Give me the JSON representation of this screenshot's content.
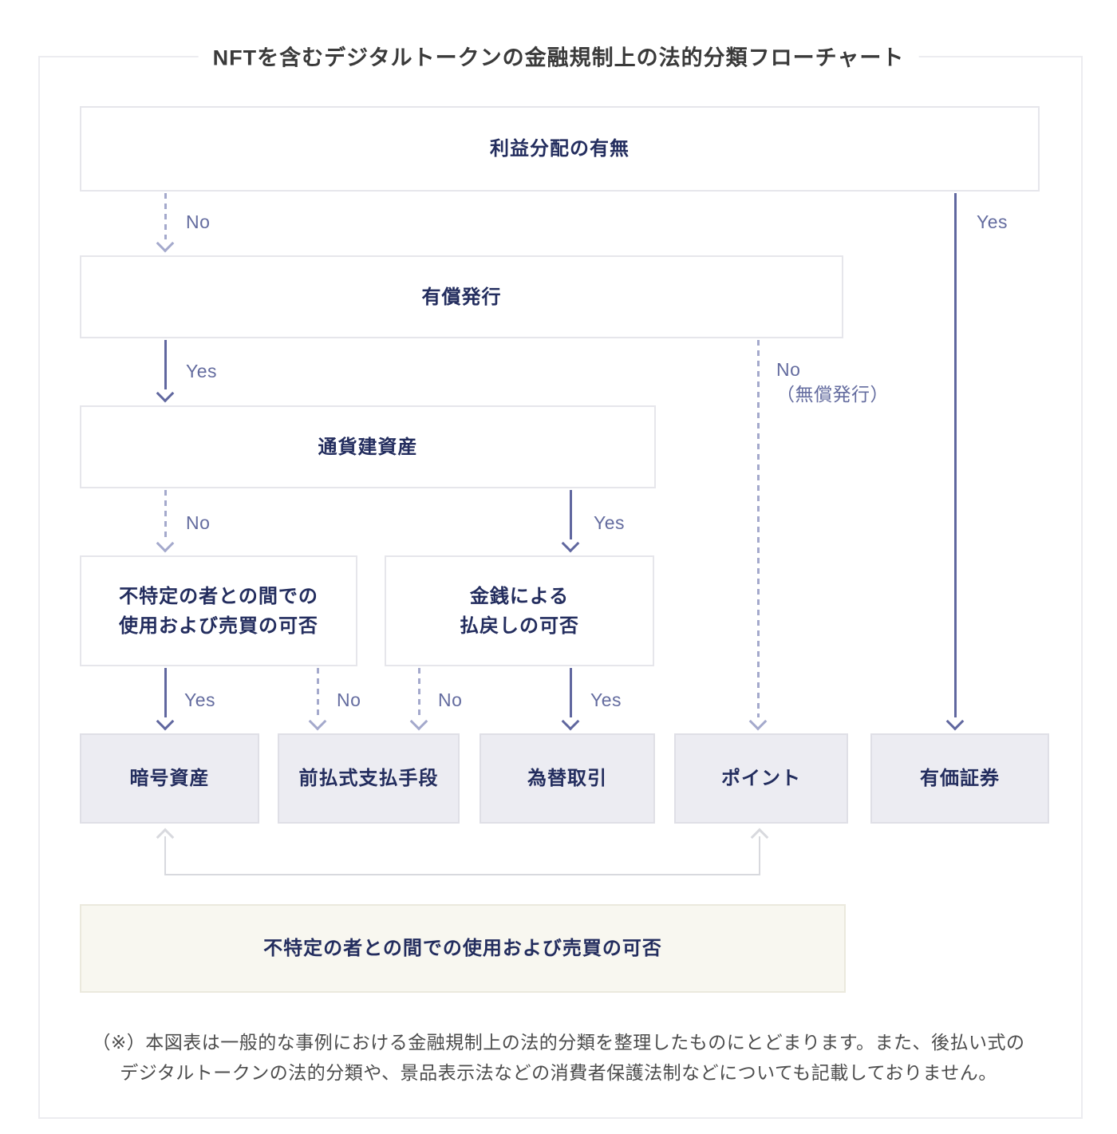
{
  "title": "NFTを含むデジタルトークンの金融規制上の法的分類フローチャート",
  "nodes": {
    "profit_distribution": "利益分配の有無",
    "paid_issuance": "有償発行",
    "currency_denominated": "通貨建資産",
    "unspecified_use_trade": "不特定の者との間での\n使用および売買の可否",
    "monetary_refund": "金銭による\n払戻しの可否"
  },
  "results": {
    "crypto_asset": "暗号資産",
    "prepaid_payment": "前払式支払手段",
    "exchange_transaction": "為替取引",
    "points": "ポイント",
    "securities": "有価証券"
  },
  "edges": {
    "profit_no": "No",
    "profit_yes": "Yes",
    "paid_yes": "Yes",
    "paid_no": "No\n（無償発行）",
    "currency_no": "No",
    "currency_yes": "Yes",
    "unspecified_yes": "Yes",
    "unspecified_no": "No",
    "refund_no": "No",
    "refund_yes": "Yes"
  },
  "bottom_box": "不特定の者との間での使用および売買の可否",
  "footnote": {
    "line1": "（※）本図表は一般的な事例における金融規制上の法的分類を整理したものにとどまります。また、後払い式の",
    "line2": "デジタルトークンの法的分類や、景品表示法などの消費者保護法制などについても記載しておりません。"
  },
  "colors": {
    "arrow_solid": "#60679f",
    "arrow_dashed": "#a4a9cc",
    "edge_label": "#646c9f",
    "node_text": "#232d5e",
    "node_border": "#e6e6eb",
    "result_fill": "#ececf2",
    "cream_fill": "#f8f7f0",
    "connector_gray": "#d8d9de",
    "title_text": "#3a3a3a",
    "footnote_text": "#4c4c4c"
  }
}
